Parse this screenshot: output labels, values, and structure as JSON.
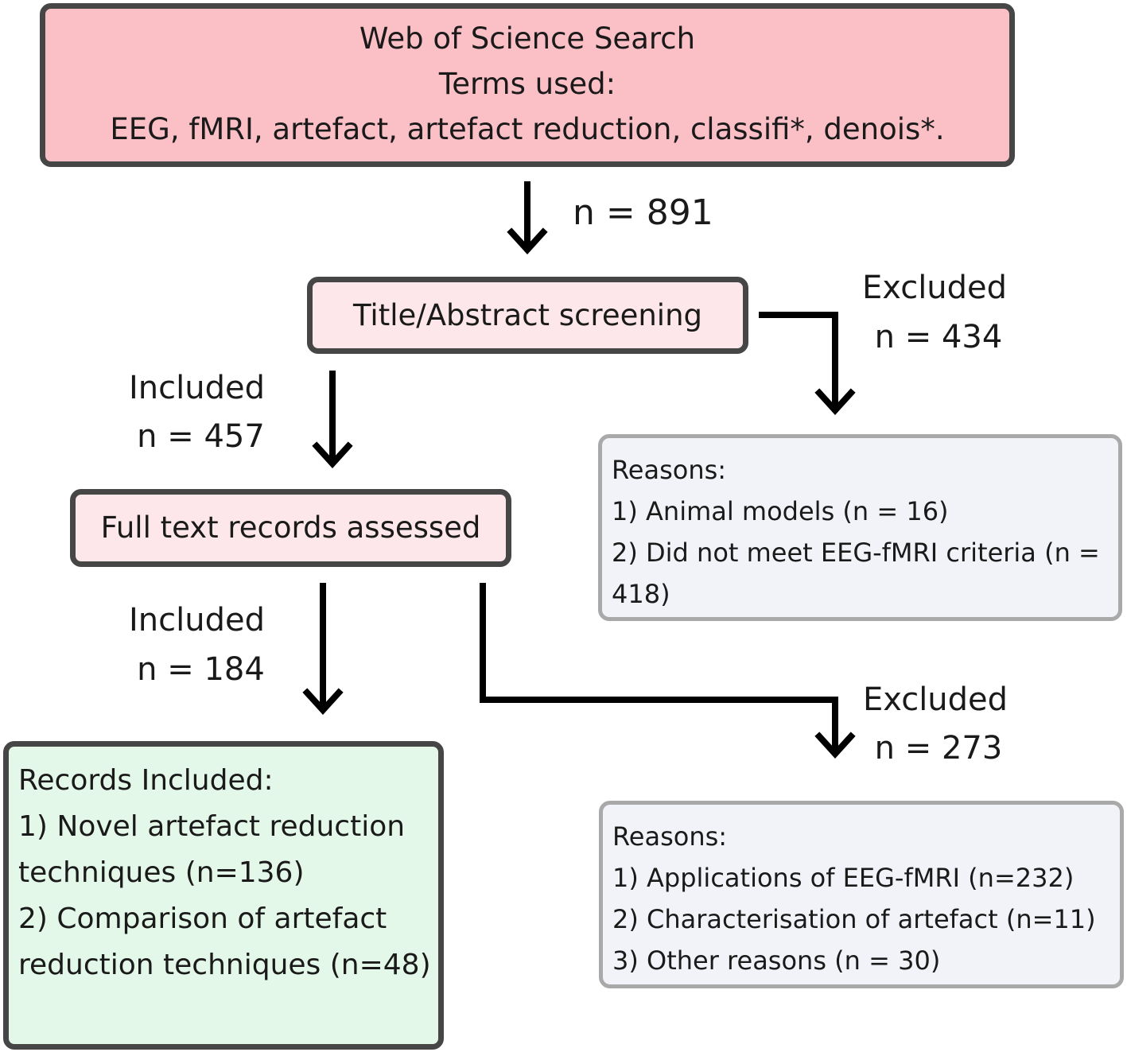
{
  "search": {
    "title": "Web of Science Search",
    "subtitle": "Terms used:",
    "terms": "EEG, fMRI, artefact, artefact reduction, classifi*, denois*."
  },
  "arrow_search": {
    "count": "n = 891"
  },
  "screening": {
    "label": "Title/Abstract screening"
  },
  "excluded_screening": {
    "heading": "Excluded",
    "count": "n = 434",
    "reasons_title": "Reasons:",
    "reasons": [
      "1) Animal models (n = 16)",
      "2) Did not meet EEG-fMRI criteria (n = 418)"
    ]
  },
  "included_screening": {
    "heading": "Included",
    "count": "n = 457"
  },
  "fulltext": {
    "label": "Full text records assessed"
  },
  "included_fulltext": {
    "heading": "Included",
    "count": "n = 184"
  },
  "excluded_fulltext": {
    "heading": "Excluded",
    "count": "n = 273",
    "reasons_title": "Reasons:",
    "reasons": [
      "1) Applications of EEG-fMRI (n=232)",
      "2) Characterisation of artefact (n=11)",
      "3) Other reasons (n = 30)"
    ]
  },
  "records": {
    "title": "Records Included:",
    "items": [
      "1) Novel artefact reduction techniques (n=136)",
      "2) Comparison of artefact reduction techniques (n=48)"
    ]
  },
  "colors": {
    "search_fill": "#fbbfc6",
    "process_fill": "#fde7ea",
    "excluded_fill": "#f1f3f8",
    "included_fill": "#e3f8e8",
    "dark_border": "#464646",
    "grey_border": "#a9a9a9",
    "arrow": "#000000"
  }
}
